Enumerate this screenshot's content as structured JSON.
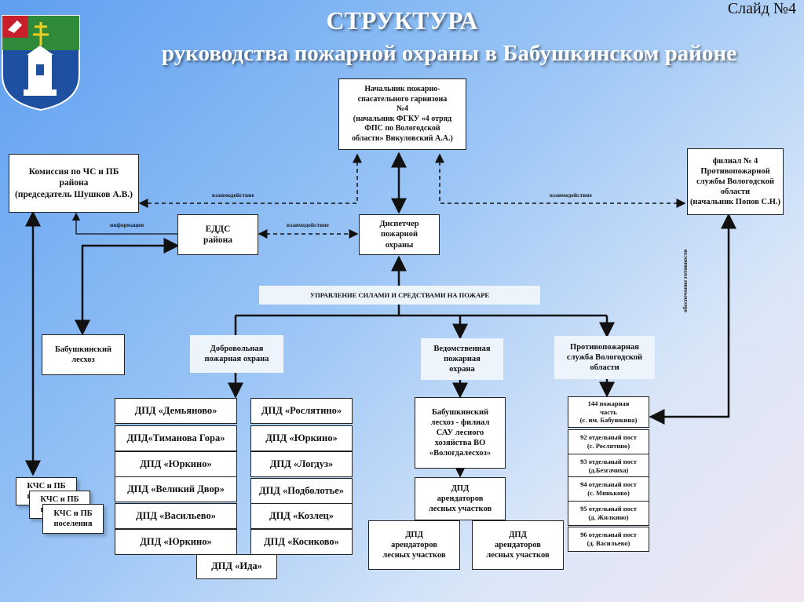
{
  "header": {
    "slide_number": "Слайд №4",
    "title": "СТРУКТУРА",
    "subtitle": "руководства пожарной охраны в Бабушкинском районе"
  },
  "nodes": {
    "garrison_head": "Начальник пожарно-\nспасательного гарнизона\n№4\n(начальник ФГКУ «4 отряд\nФПС по Вологодской\nобласти» Викуловский А.А.)",
    "commission": "Комиссия по ЧС и ПБ\nрайона\n(председатель Шушков А.В.)",
    "branch4": "филиал № 4\nПротивопожарной\nслужбы Вологодской\nобласти\n(начальник Попов С.Н.)",
    "edds": "ЕДДС\nрайона",
    "dispatcher": "Диспетчер\nпожарной\nохраны",
    "force_mgmt": "УПРАВЛЕНИЕ СИЛАМИ И СРЕДСТВАМИ НА ПОЖАРЕ",
    "babushkino_leskhoz": "Бабушкинский\nлесхоз",
    "volunteer": "Добровольная\nпожарная охрана",
    "departmental": "Ведомственная\nпожарная\nохрана",
    "regional_service": "Противопожарная\nслужба Вологодской\nобласти",
    "leskhoz_branch": "Бабушкинский\nлесхоз - филиал\nСАУ лесного\nхозяйства ВО\n«Вологдалесхоз»",
    "dpd_tenants_1": "ДПД\nарендаторов\nлесных участков",
    "dpd_tenants_2": "ДПД\nарендаторов\nлесных участков",
    "dpd_tenants_3": "ДПД\nарендаторов\nлесных участков",
    "kchs_1": "КЧС и ПБ\nпоселения",
    "kchs_2": "КЧС и ПБ\nпоселения",
    "kchs_3": "КЧС и ПБ\nпоселения"
  },
  "labels": {
    "interaction_left": "взаимодействие",
    "interaction_mid": "взаимодействие",
    "interaction_right": "взаимодействие",
    "information": "информация",
    "readiness": "обеспечение готовности"
  },
  "dpd_left": [
    "ДПД «Демьяново»",
    "ДПД«Тиманова Гора»",
    "ДПД «Юркино»",
    "ДПД  «Великий Двор»",
    "ДПД «Васильево»",
    "ДПД «Юркино»"
  ],
  "dpd_right": [
    "ДПД «Рослятино»",
    "ДПД «Юркино»",
    "ДПД «Логдуз»",
    "ДПД «Подболотье»",
    "ДПД «Козлец»",
    "ДПД «Косиково»"
  ],
  "dpd_bottom": "ДПД «Ида»",
  "posts": [
    "144 пожарная\nчасть\n(с. им. Бабушкина)",
    "92 отдельный пост\n(с. Рослятино)",
    "93 отдельный пост\n(д.Безгачиха)",
    "94 отдельный пост\n(с. Миньково)",
    "95 отдельный пост\n(д. Жилкино)",
    "96 отдельный пост\n(д. Васильево)"
  ]
}
